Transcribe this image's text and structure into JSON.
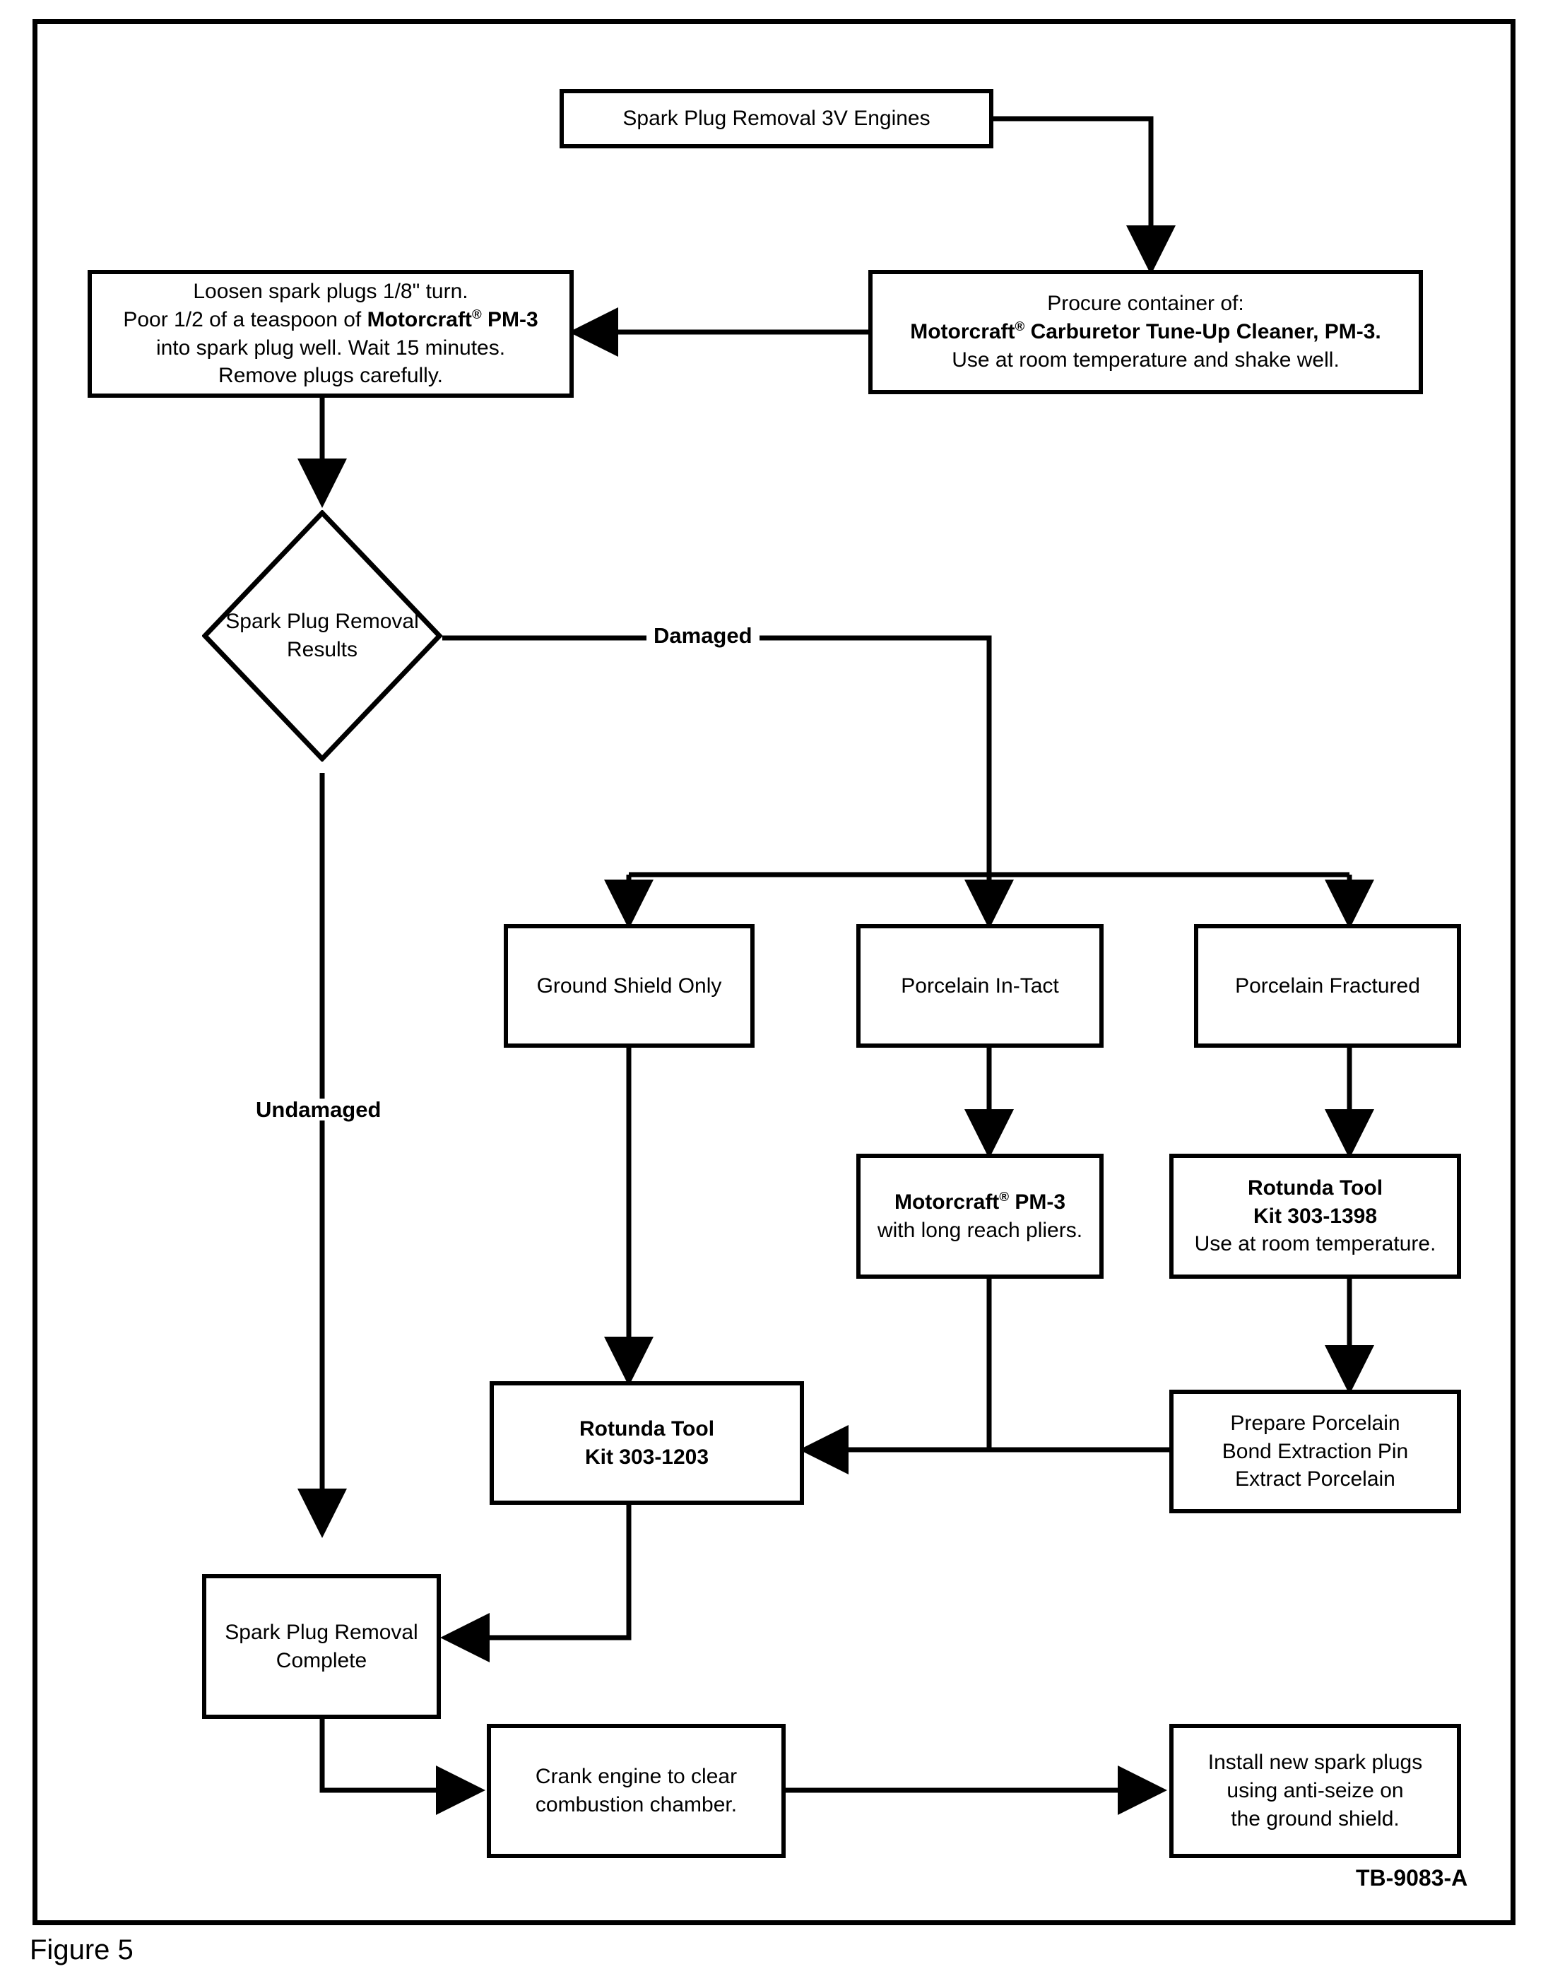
{
  "figure": {
    "caption": "Figure 5",
    "code": "TB-9083-A"
  },
  "nodes": {
    "start": {
      "text": "Spark Plug Removal 3V Engines"
    },
    "procure": {
      "line1": "Procure container of:",
      "line2_a": "Motorcraft",
      "line2_reg": "®",
      "line2_b": " Carburetor Tune-Up Cleaner, PM-3.",
      "line3": "Use at room temperature and shake well."
    },
    "loosen": {
      "line1": "Loosen spark plugs 1/8\" turn.",
      "line2_a": "Poor 1/2 of a teaspoon of ",
      "line2_b": "Motorcraft",
      "line2_reg": "®",
      "line2_c": " PM-3",
      "line3": "into spark plug well. Wait 15 minutes.",
      "line4": "Remove plugs carefully."
    },
    "decision": {
      "line1": "Spark Plug",
      "line2": "Removal Results"
    },
    "ground_shield": {
      "text": "Ground Shield Only"
    },
    "porcelain_intact": {
      "text": "Porcelain In-Tact"
    },
    "porcelain_fractured": {
      "text": "Porcelain Fractured"
    },
    "pm3_pliers": {
      "line1_a": "Motorcraft",
      "line1_reg": "®",
      "line1_b": " PM-3",
      "line2": "with long reach pliers."
    },
    "rotunda_1398": {
      "line1": "Rotunda Tool",
      "line2": "Kit 303-1398",
      "line3": "Use at room temperature."
    },
    "rotunda_1203": {
      "line1": "Rotunda Tool",
      "line2": "Kit 303-1203"
    },
    "prepare_porcelain": {
      "line1": "Prepare Porcelain",
      "line2": "Bond Extraction Pin",
      "line3": "Extract Porcelain"
    },
    "removal_complete": {
      "line1": "Spark Plug Removal",
      "line2": "Complete"
    },
    "crank_engine": {
      "line1": "Crank engine to clear",
      "line2": "combustion chamber."
    },
    "install_plugs": {
      "line1": "Install new spark plugs",
      "line2": "using anti-seize on",
      "line3": "the ground shield."
    }
  },
  "edge_labels": {
    "damaged": "Damaged",
    "undamaged": "Undamaged"
  },
  "colors": {
    "stroke": "#000000",
    "background": "#ffffff"
  }
}
